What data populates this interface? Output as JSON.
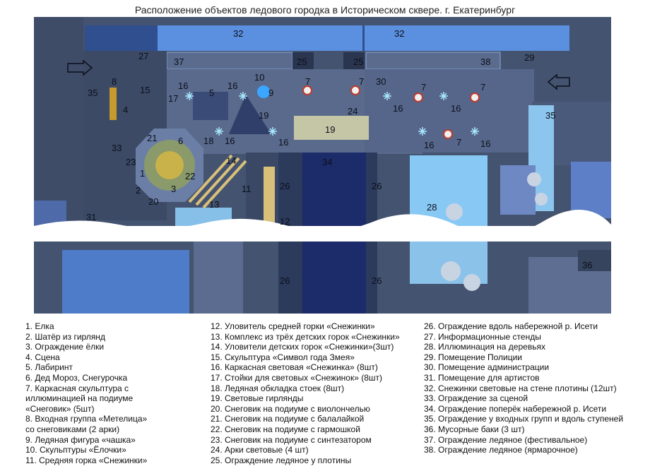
{
  "title": "Расположение объектов ледового городка в Историческом сквере. г. Екатеринбург",
  "colors": {
    "ground": "#4a5a78",
    "ground_dark": "#3c4a66",
    "water": "#1c2b6a",
    "ice": "#88c8f4",
    "roof": "#4d7fd6",
    "building": "#5d6e92",
    "snowflake": "#a7e6ff"
  },
  "map_labels": [
    "32",
    "32",
    "27",
    "37",
    "25",
    "25",
    "38",
    "29",
    "8",
    "35",
    "15",
    "16",
    "5",
    "16",
    "10",
    "9",
    "7",
    "7",
    "30",
    "7",
    "7",
    "17",
    "16",
    "16",
    "16",
    "4",
    "19",
    "24",
    "19",
    "21",
    "18",
    "16",
    "7",
    "16",
    "16",
    "6",
    "33",
    "23",
    "1",
    "2",
    "3",
    "22",
    "14",
    "34",
    "20",
    "11",
    "26",
    "26",
    "28",
    "13",
    "31",
    "12",
    "35",
    "36",
    "26",
    "26"
  ],
  "legend": {
    "col1": [
      "1. Елка",
      "2. Шатёр из гирлянд",
      "3. Ограждение ёлки",
      "4. Сцена",
      "5. Лабиринт",
      "6. Дед Мороз, Снегурочка",
      "7. Каркасная скульптура с",
      "иллюминацией на подиуме",
      "«Снеговик» (5шт)",
      "8. Входная группа «Метелица»",
      "со снеговиками (2 арки)",
      "9. Ледяная фигура «чашка»",
      "10. Скульптуры «Ёлочки»",
      "11. Средняя горка «Снежинки»"
    ],
    "col2": [
      "12. Уловитель средней горки «Снежинки»",
      "13. Комплекс из трёх детских горок «Снежинки»",
      "14. Уловители детских горок «Снежинки»(3шт)",
      "15. Скульптура «Символ года Змея»",
      "16. Каркасная световая «Снежинка» (8шт)",
      "17. Стойки для световых «Снежинок» (8шт)",
      "18. Ледяная обкладка стоек (8шт)",
      "19. Световые гирлянды",
      "20. Снеговик на подиуме с виолончелью",
      "21. Снеговик на подиуме с балалайкой",
      "22. Снеговик на подиуме с гармошкой",
      "23. Снеговик на подиуме с синтезатором",
      "24. Арки световые (4 шт)",
      "25. Ограждение ледяное у плотины"
    ],
    "col3": [
      "26. Ограждение вдоль набережной р. Исети",
      "27. Информационные стенды",
      "28. Иллюминация на деревьях",
      "29. Помещение Полиции",
      "30. Помещение администрации",
      "31. Помещение для артистов",
      "32. Снежинки световые на стене плотины (12шт)",
      "33. Ограждение за сценой",
      "34. Ограждение поперёк набережной р. Исети",
      "35. Ограждение у входных групп и вдоль ступеней",
      "36. Мусорные баки (3 шт)",
      "37. Ограждение ледяное (фестивальное)",
      "38. Ограждение ледяное (ярмарочное)"
    ]
  }
}
